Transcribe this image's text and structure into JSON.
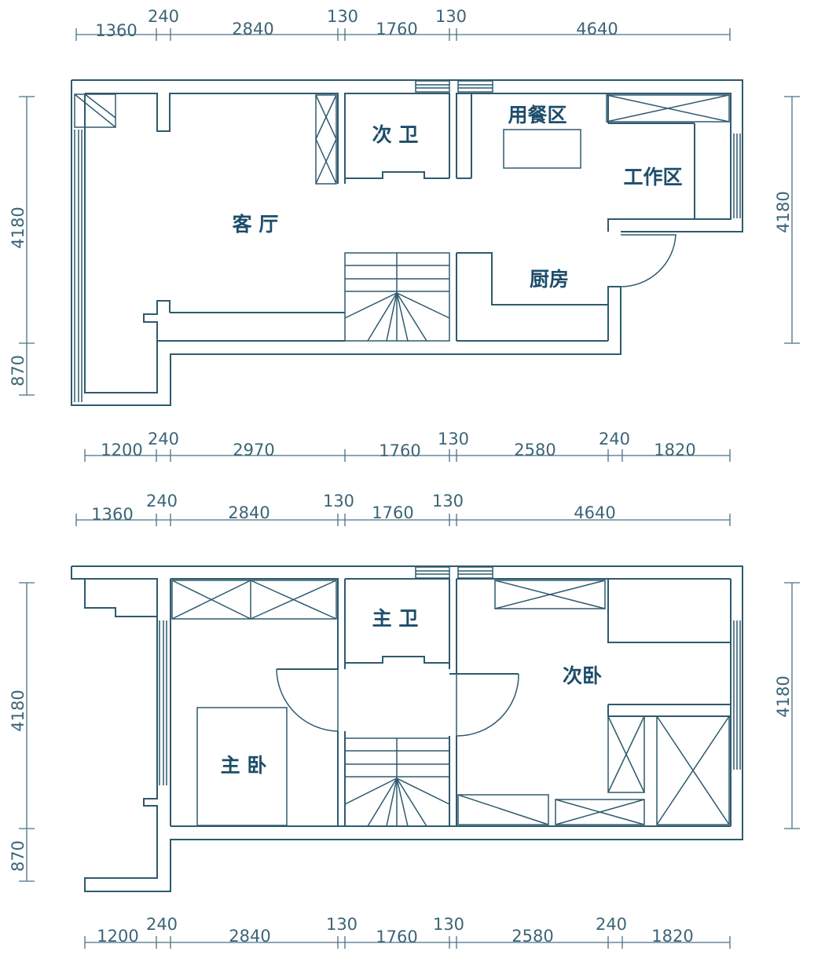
{
  "colors": {
    "line": "#2e5a6e",
    "dimension_text": "#3c6577",
    "room_label": "#1d4d6a",
    "background": "#ffffff"
  },
  "upper_floor": {
    "top_dimensions": [
      "1360",
      "240",
      "2840",
      "130",
      "1760",
      "130",
      "4640"
    ],
    "bottom_dimensions": [
      "1200",
      "240",
      "2970",
      "1760",
      "130",
      "2580",
      "240",
      "1820"
    ],
    "left_dimensions": [
      "4180",
      "870"
    ],
    "right_dimensions": [
      "4180"
    ],
    "rooms": {
      "living_room": "客 厅",
      "guest_bathroom": "次 卫",
      "dining_area": "用餐区",
      "work_area": "工作区",
      "kitchen": "厨房"
    }
  },
  "lower_floor": {
    "top_dimensions": [
      "1360",
      "240",
      "2840",
      "130",
      "1760",
      "130",
      "4640"
    ],
    "bottom_dimensions": [
      "1200",
      "240",
      "2840",
      "130",
      "1760",
      "130",
      "2580",
      "240",
      "1820"
    ],
    "left_dimensions": [
      "4180",
      "870"
    ],
    "right_dimensions": [
      "4180"
    ],
    "rooms": {
      "master_bathroom": "主 卫",
      "second_bedroom": "次卧",
      "master_bedroom": "主 卧"
    }
  }
}
